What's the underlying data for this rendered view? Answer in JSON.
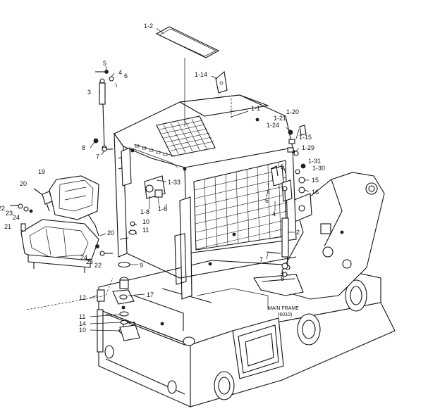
{
  "callouts": [
    {
      "id": "c-1-2",
      "text": "1-2"
    },
    {
      "id": "c-5a",
      "text": "5"
    },
    {
      "id": "c-4a",
      "text": "4"
    },
    {
      "id": "c-6a",
      "text": "6"
    },
    {
      "id": "c-3",
      "text": "3"
    },
    {
      "id": "c-1-14",
      "text": "1-14"
    },
    {
      "id": "c-1-1",
      "text": "1-1"
    },
    {
      "id": "c-1-20",
      "text": "1-20"
    },
    {
      "id": "c-1-21",
      "text": "1-21"
    },
    {
      "id": "c-1-24",
      "text": "1-24"
    },
    {
      "id": "c-1-15",
      "text": "1-15"
    },
    {
      "id": "c-1-29",
      "text": "1-29"
    },
    {
      "id": "c-1-31",
      "text": "1-31"
    },
    {
      "id": "c-1-30",
      "text": "1-30"
    },
    {
      "id": "c-8a",
      "text": "8"
    },
    {
      "id": "c-7a",
      "text": "7"
    },
    {
      "id": "c-5b",
      "text": "5"
    },
    {
      "id": "c-15",
      "text": "15"
    },
    {
      "id": "c-16",
      "text": "16"
    },
    {
      "id": "c-19",
      "text": "19"
    },
    {
      "id": "c-20a",
      "text": "20"
    },
    {
      "id": "c-1-33",
      "text": "1-33"
    },
    {
      "id": "c-22a",
      "text": "22"
    },
    {
      "id": "c-23a",
      "text": "23"
    },
    {
      "id": "c-24a",
      "text": "24"
    },
    {
      "id": "c-1-8",
      "text": "1-8"
    },
    {
      "id": "c-1-6",
      "text": "1-6"
    },
    {
      "id": "c-6b",
      "text": "6"
    },
    {
      "id": "c-4b",
      "text": "4"
    },
    {
      "id": "c-21",
      "text": "21"
    },
    {
      "id": "c-10a",
      "text": "10"
    },
    {
      "id": "c-11a",
      "text": "11"
    },
    {
      "id": "c-20b",
      "text": "20"
    },
    {
      "id": "c-2",
      "text": "2"
    },
    {
      "id": "c-24b",
      "text": "24"
    },
    {
      "id": "c-23b",
      "text": "23"
    },
    {
      "id": "c-22b",
      "text": "22"
    },
    {
      "id": "c-9",
      "text": "9"
    },
    {
      "id": "c-7b",
      "text": "7"
    },
    {
      "id": "c-8b",
      "text": "8"
    },
    {
      "id": "c-12",
      "text": "12"
    },
    {
      "id": "c-17",
      "text": "17"
    },
    {
      "id": "c-11b",
      "text": "11"
    },
    {
      "id": "c-14",
      "text": "14"
    },
    {
      "id": "c-10b",
      "text": "10"
    }
  ],
  "frame_label": {
    "line1": "MAIN FRAME",
    "line2": "(6010)"
  }
}
